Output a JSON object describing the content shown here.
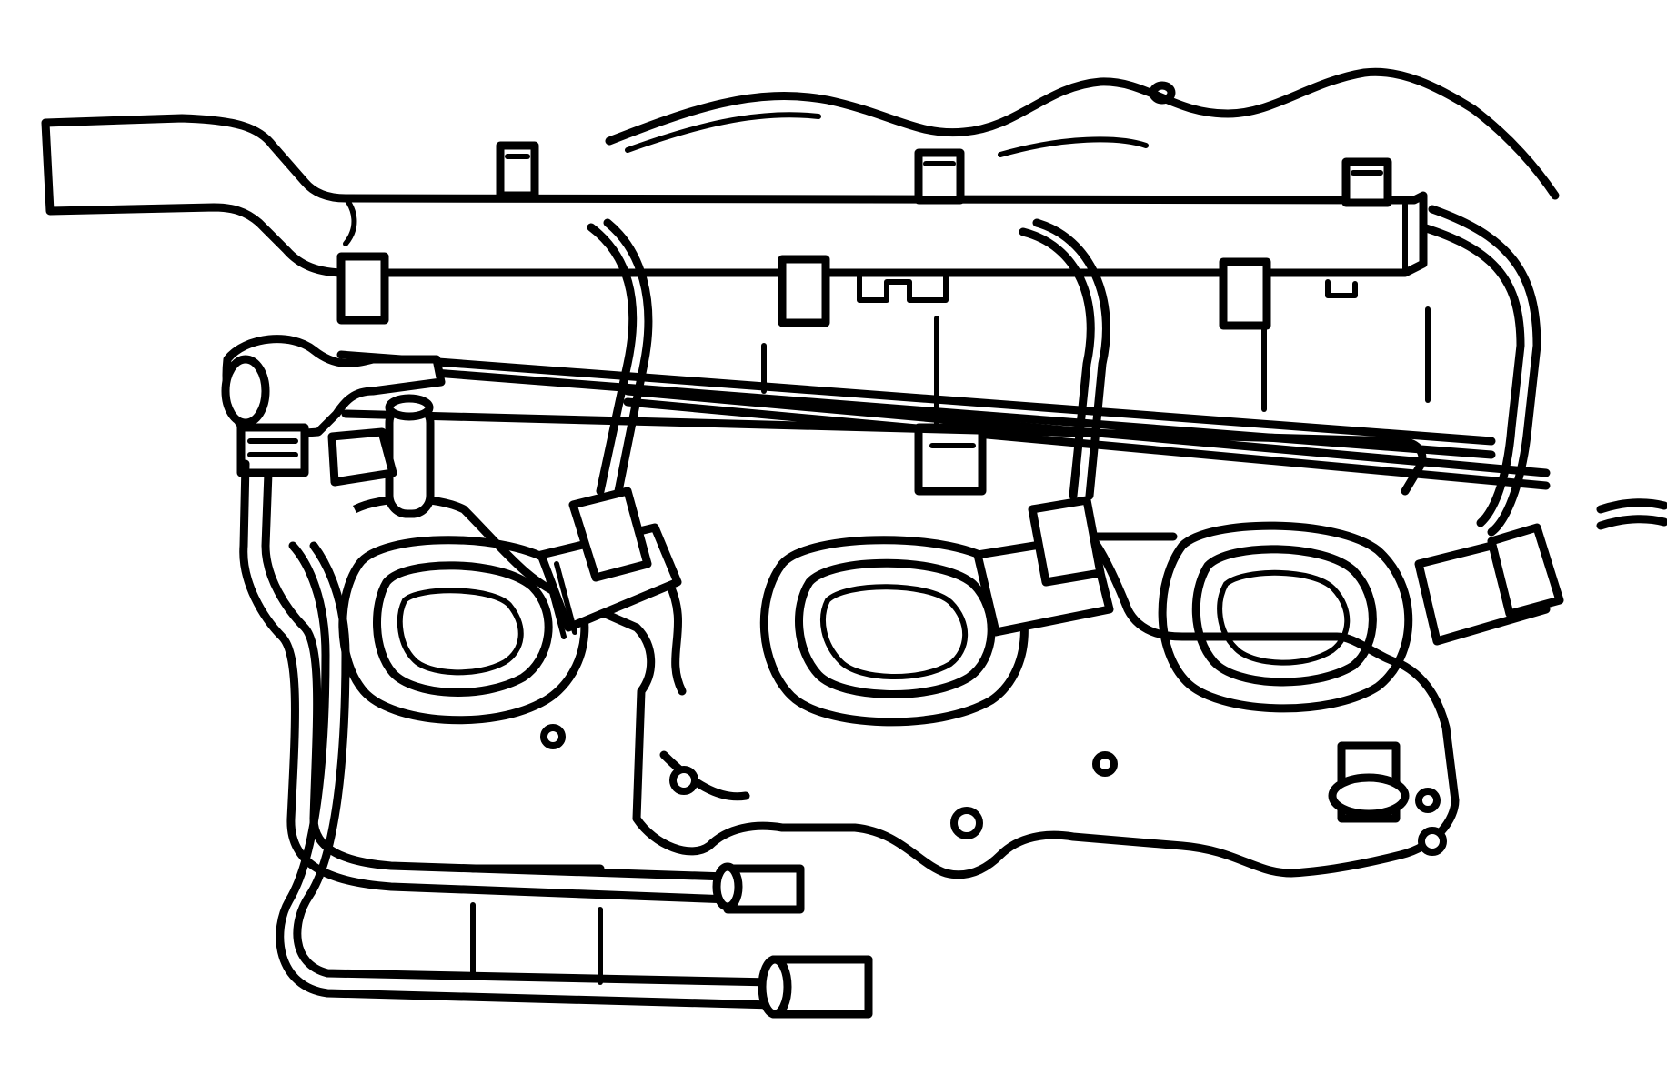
{
  "figure": {
    "kind": "line-art technical illustration",
    "subject": "fuel-rail-injector-assembly",
    "colors": {
      "ink": "#000000",
      "paper": "#ffffff"
    },
    "parts": {
      "fuel_rail": "fuel-rail",
      "injectors": [
        "injector-connector-1",
        "injector-connector-2",
        "injector-connector-3"
      ],
      "ports": [
        "intake-port-1",
        "intake-port-2",
        "intake-port-3"
      ],
      "supply_lines": [
        "fuel-feed-line",
        "fuel-return-line"
      ],
      "fittings": [
        "pressure-regulator",
        "test-port-fitting"
      ]
    }
  }
}
